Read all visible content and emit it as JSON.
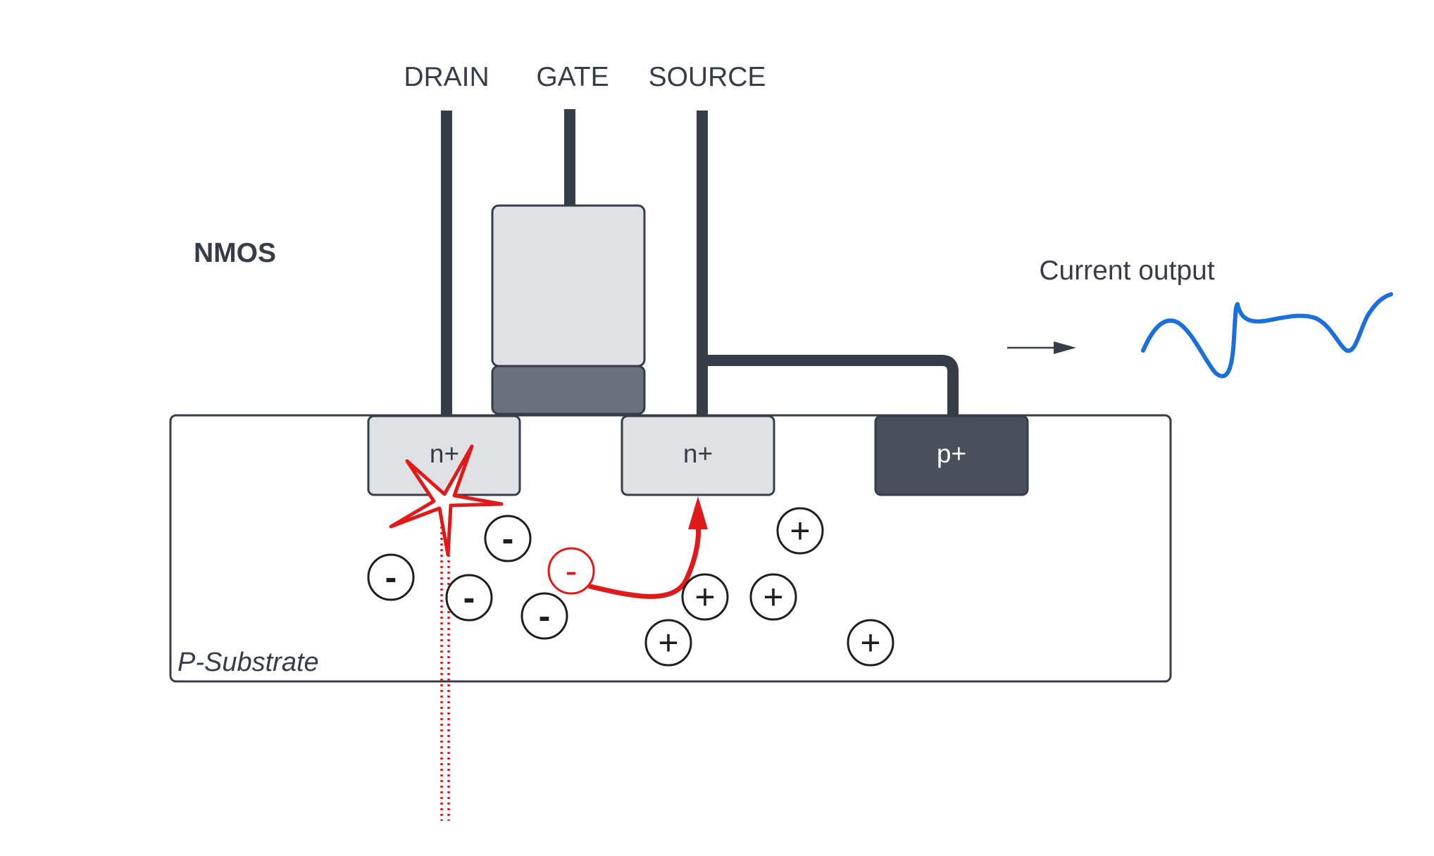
{
  "title": "NMOS",
  "terminals": {
    "drain": "DRAIN",
    "gate": "GATE",
    "source": "SOURCE"
  },
  "regions": {
    "drain_diffusion": "n+",
    "source_diffusion": "n+",
    "body_contact": "p+",
    "substrate": "P-Substrate"
  },
  "output_label": "Current output",
  "charges": {
    "negative_symbol": "-",
    "positive_symbol": "+"
  },
  "colors": {
    "wire": "#373d48",
    "gate_light": "#dfe1e5",
    "gate_oxide": "#6b717d",
    "diffusion_light": "#dfe1e5",
    "diffusion_dark": "#4a505b",
    "strike": "#e01a1a",
    "signal": "#1a6fdc",
    "text": "#373d48"
  }
}
